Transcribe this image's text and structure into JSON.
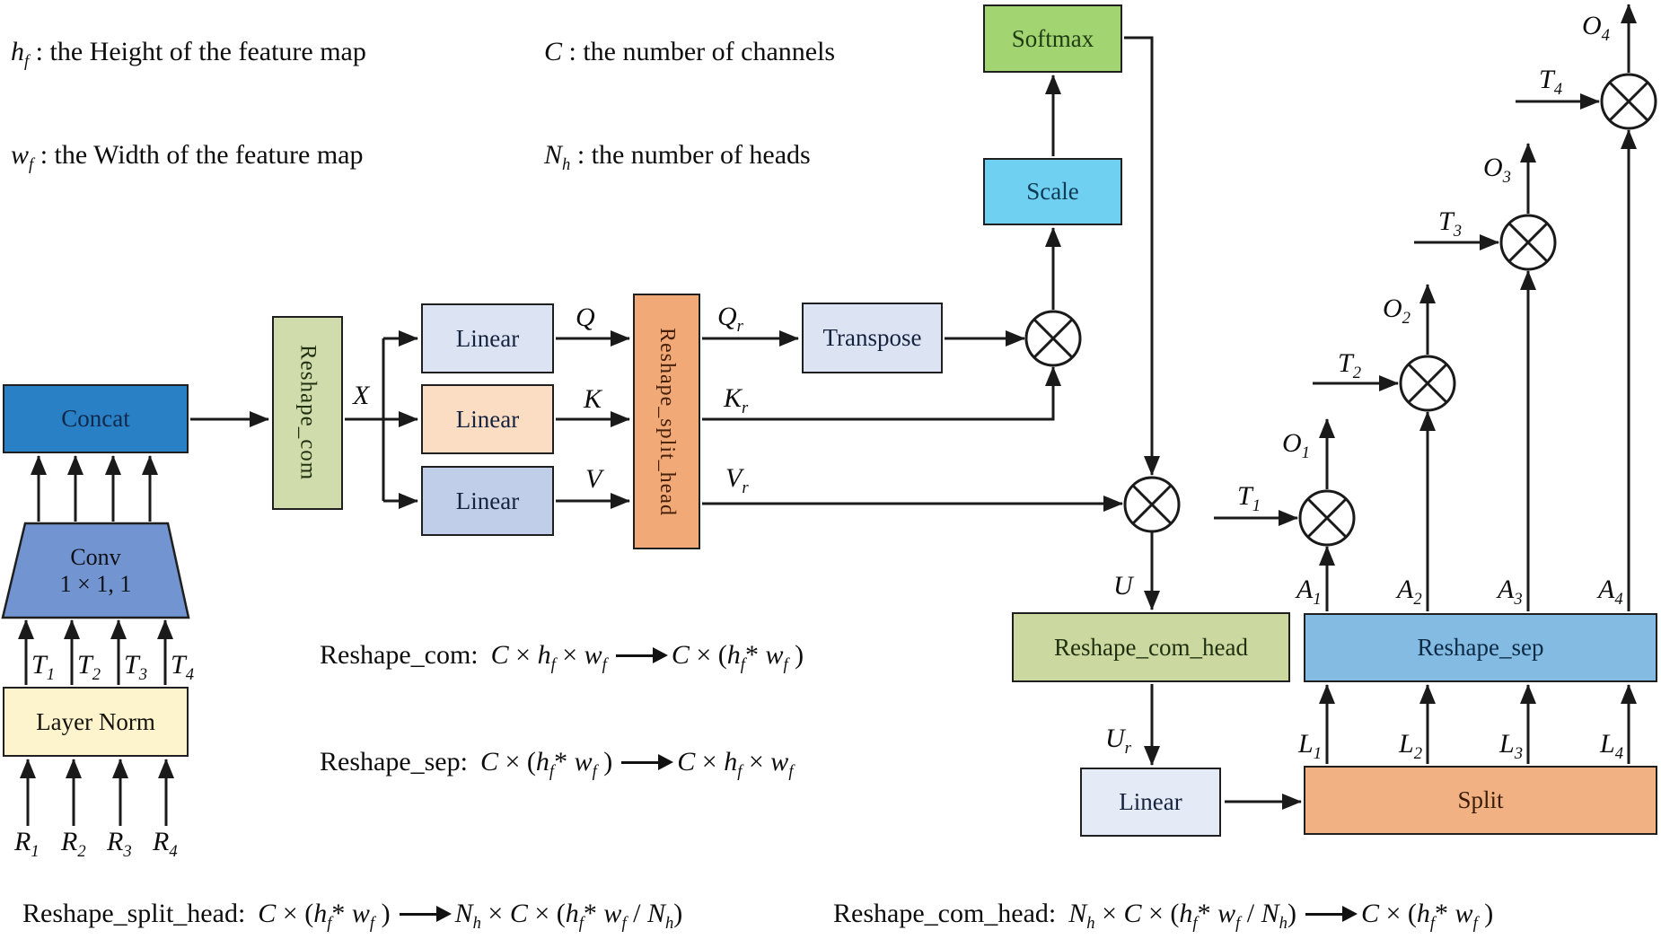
{
  "legend": {
    "hf": "<i>h<sub>f</sub></i> :  the Height of the feature map",
    "c": "<i>C</i> :  the number of channels",
    "wf": "<i>w<sub>f</sub></i> :  the Width of the feature map",
    "nh": "<i>N<sub>h</sub></i> : the number of heads"
  },
  "nodes": {
    "concat": "Concat",
    "conv_line1": "Conv",
    "conv_line2": "1 × 1, 1",
    "layer_norm": "Layer Norm",
    "reshape_com": "Reshape_com",
    "linear": "Linear",
    "reshape_split_head": "Reshape_split_head",
    "transpose": "Transpose",
    "scale": "Scale",
    "softmax": "Softmax",
    "reshape_com_head": "Reshape_com_head",
    "split": "Split",
    "reshape_sep": "Reshape_sep"
  },
  "labels": {
    "x": "<i>X</i>",
    "q": "<i>Q</i>",
    "k": "<i>K</i>",
    "v": "<i>V</i>",
    "qr": "<i>Q<sub>r</sub></i>",
    "kr": "<i>K<sub>r</sub></i>",
    "vr": "<i>V<sub>r</sub></i>",
    "u": "<i>U</i>",
    "ur": "<i>U<sub>r</sub></i>",
    "t": [
      "<i>T</i><sub>1</sub>",
      "<i>T</i><sub>2</sub>",
      "<i>T</i><sub>3</sub>",
      "<i>T</i><sub>4</sub>"
    ],
    "r": [
      "<i>R</i><sub>1</sub>",
      "<i>R</i><sub>2</sub>",
      "<i>R</i><sub>3</sub>",
      "<i>R</i><sub>4</sub>"
    ],
    "o": [
      "<i>O</i><sub>1</sub>",
      "<i>O</i><sub>2</sub>",
      "<i>O</i><sub>3</sub>",
      "<i>O</i><sub>4</sub>"
    ],
    "a": [
      "<i>A</i><sub>1</sub>",
      "<i>A</i><sub>2</sub>",
      "<i>A</i><sub>3</sub>",
      "<i>A</i><sub>4</sub>"
    ],
    "l": [
      "<i>L</i><sub>1</sub>",
      "<i>L</i><sub>2</sub>",
      "<i>L</i><sub>3</sub>",
      "<i>L</i><sub>4</sub>"
    ]
  },
  "formulas": {
    "com": {
      "label": "Reshape_com:",
      "body": "<i>C</i> × <i>h<sub>f</sub></i> × <i>w<sub>f</sub></i><span class='farr'></span><i>C</i> × (<i>h<sub>f</sub></i>* <i>w<sub>f</sub></i> )"
    },
    "sep": {
      "label": "Reshape_sep:",
      "body": "<i>C</i> × (<i>h<sub>f</sub></i>* <i>w<sub>f</sub></i> )<span class='farr'></span><i>C</i> × <i>h<sub>f</sub></i> × <i>w<sub>f</sub></i>"
    },
    "split_head": {
      "label": "Reshape_split_head:",
      "body": "<i>C</i> × (<i>h<sub>f</sub></i>* <i>w<sub>f</sub></i> )<span class='farr'></span><i>N<sub>h</sub></i> × <i>C</i> × (<i>h<sub>f</sub></i>* <i>w<sub>f</sub></i> / <i>N<sub>h</sub></i>)"
    },
    "com_head": {
      "label": "Reshape_com_head:",
      "body": "<i>N<sub>h</sub></i> × <i>C</i> × (<i>h<sub>f</sub></i>* <i>w<sub>f</sub></i> / <i>N<sub>h</sub></i>)<span class='farr'></span><i>C</i> × (<i>h<sub>f</sub></i>* <i>w<sub>f</sub></i> )"
    }
  },
  "colors": {
    "line": "#1a1a1a",
    "concat": "#2980c4",
    "conv": "#7295d2",
    "layer_norm": "#fdf3cd",
    "reshape_com": "#d0dcab",
    "linear_q": "#dce4f4",
    "linear_k": "#fbddc3",
    "linear_v": "#c1cee9",
    "reshape_split_head": "#f0a977",
    "transpose": "#dce4f4",
    "scale": "#70d0f2",
    "softmax": "#a2d472",
    "reshape_com_head": "#cbd89f",
    "linear_out": "#e4eaf6",
    "split": "#f1b183",
    "reshape_sep": "#84bbe3"
  }
}
